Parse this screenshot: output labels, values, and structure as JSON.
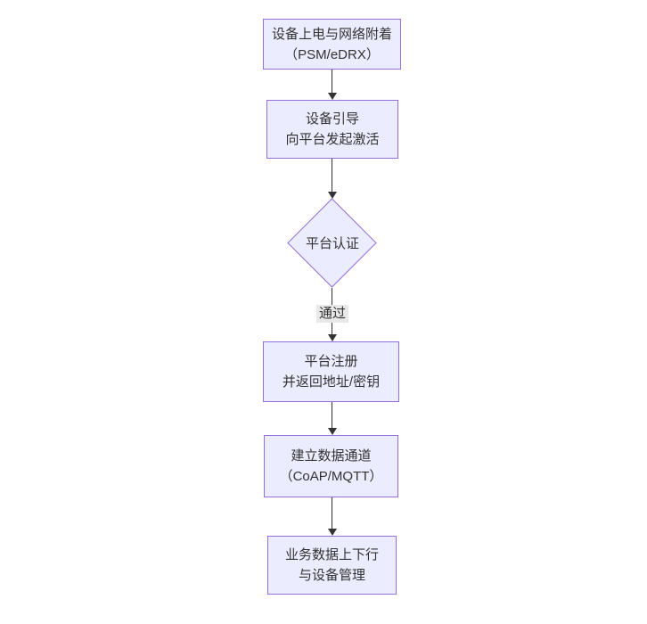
{
  "diagram": {
    "type": "flowchart",
    "direction": "top-down",
    "colors": {
      "node_fill": "#ECECFF",
      "node_border": "#9370DB",
      "text_color": "#333333",
      "line_color": "#333333",
      "edge_label_bg": "#e8e8e8",
      "background": "#ffffff"
    },
    "nodes": {
      "power": {
        "shape": "rect",
        "line1": "设备上电与网络附着",
        "line2": "（PSM/eDRX）"
      },
      "boot": {
        "shape": "rect",
        "line1": "设备引导",
        "line2": "向平台发起激活"
      },
      "auth": {
        "shape": "diamond",
        "label": "平台认证"
      },
      "register": {
        "shape": "rect",
        "line1": "平台注册",
        "line2": "并返回地址/密钥"
      },
      "channel": {
        "shape": "rect",
        "line1": "建立数据通道",
        "line2": "（CoAP/MQTT）"
      },
      "business": {
        "shape": "rect",
        "line1": "业务数据上下行",
        "line2": "与设备管理"
      }
    },
    "edges": {
      "power_to_boot": {
        "label": ""
      },
      "boot_to_auth": {
        "label": ""
      },
      "auth_to_register": {
        "label": "通过"
      },
      "register_to_channel": {
        "label": ""
      },
      "channel_to_business": {
        "label": ""
      }
    }
  }
}
